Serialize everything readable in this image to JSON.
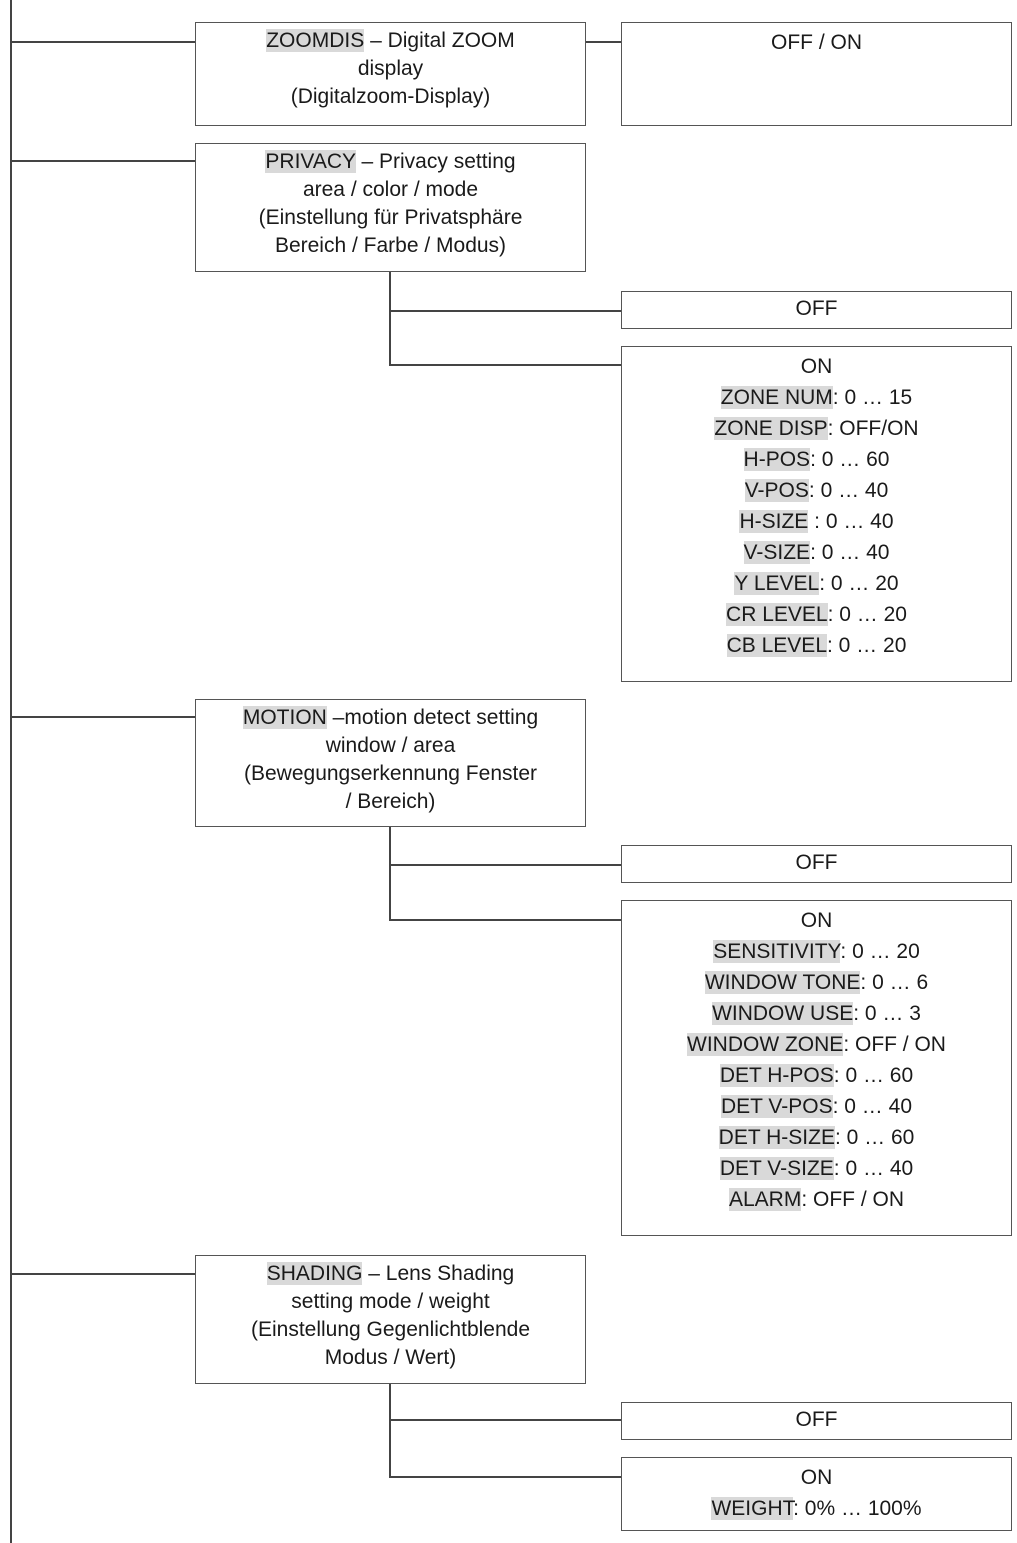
{
  "colors": {
    "line": "#444444",
    "border": "#555555",
    "highlight": "#d9d9d9"
  },
  "nodes": {
    "zoomdis": {
      "key": "ZOOMDIS",
      "line1_rest": " – Digital ZOOM",
      "line2": "display",
      "line3": "(Digitalzoom-Display)"
    },
    "zoomdis_option": {
      "text": "OFF / ON"
    },
    "privacy": {
      "key": "PRIVACY",
      "line1_rest": " – Privacy setting",
      "line2": "area / color / mode",
      "line3": "(Einstellung für Privatsphäre",
      "line4": "Bereich / Farbe / Modus)"
    },
    "privacy_off": {
      "text": "OFF"
    },
    "privacy_on": {
      "title": "ON",
      "items": [
        {
          "key": "ZONE NUM",
          "rest": ": 0 … 15"
        },
        {
          "key": "ZONE DISP",
          "rest": ": OFF/ON"
        },
        {
          "key": "H-POS",
          "rest": ": 0 … 60"
        },
        {
          "key": "V-POS",
          "rest": ": 0 … 40"
        },
        {
          "key": "H-SIZE",
          "rest": " : 0 … 40"
        },
        {
          "key": "V-SIZE",
          "rest": ": 0 … 40"
        },
        {
          "key": "Y LEVEL",
          "rest": ": 0 … 20"
        },
        {
          "key": "CR LEVEL",
          "rest": ": 0 … 20"
        },
        {
          "key": "CB LEVEL",
          "rest": ": 0 … 20"
        }
      ]
    },
    "motion": {
      "key": "MOTION",
      "line1_rest": " –motion detect setting",
      "line2": "window / area",
      "line3": "(Bewegungserkennung Fenster",
      "line4": "/ Bereich)"
    },
    "motion_off": {
      "text": "OFF"
    },
    "motion_on": {
      "title": "ON",
      "items": [
        {
          "key": "SENSITIVITY",
          "rest": ": 0 … 20"
        },
        {
          "key": "WINDOW TONE",
          "rest": ": 0 … 6"
        },
        {
          "key": "WINDOW USE",
          "rest": ": 0 … 3"
        },
        {
          "key": "WINDOW ZONE",
          "rest": ": OFF / ON"
        },
        {
          "key": "DET H-POS",
          "rest": ": 0 … 60"
        },
        {
          "key": "DET V-POS",
          "rest": ": 0 … 40"
        },
        {
          "key": "DET H-SIZE",
          "rest": ": 0 … 60"
        },
        {
          "key": "DET V-SIZE",
          "rest": ": 0 … 40"
        },
        {
          "key": "ALARM",
          "rest": ": OFF / ON"
        }
      ]
    },
    "shading": {
      "key": "SHADING",
      "line1_rest": " – Lens Shading",
      "line2": "setting mode / weight",
      "line3": "(Einstellung Gegenlichtblende",
      "line4": "Modus / Wert)"
    },
    "shading_off": {
      "text": "OFF"
    },
    "shading_on": {
      "title": "ON",
      "items": [
        {
          "key": "WEIGHT",
          "rest": ": 0% … 100%"
        }
      ]
    }
  }
}
